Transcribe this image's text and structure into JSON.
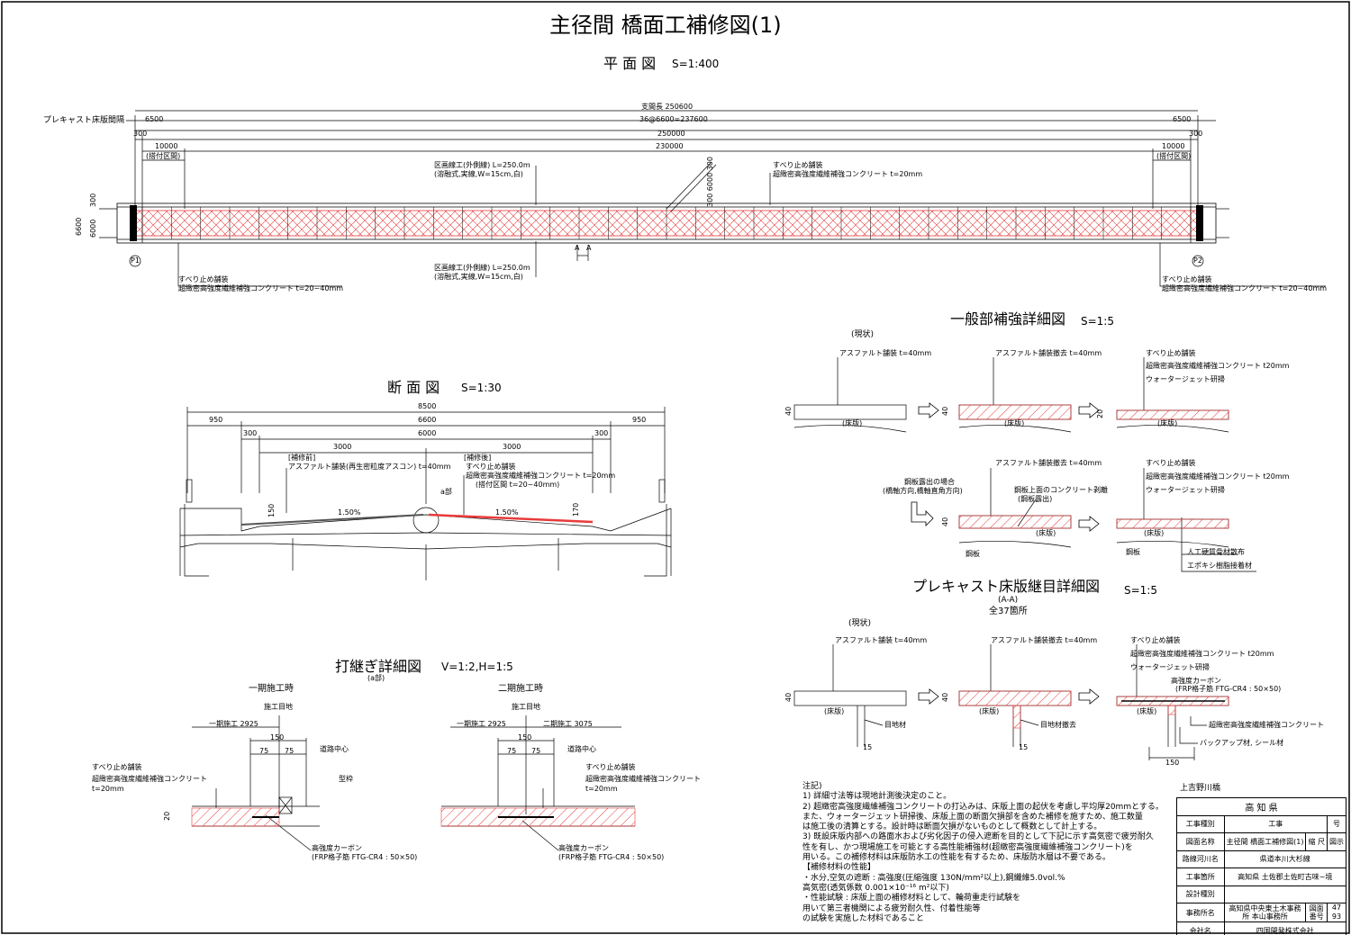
{
  "title": "主径間 橋面工補修図(1)",
  "plan": {
    "title": "平 面 図",
    "scale": "S=1:400",
    "label_precast": "プレキャスト床版間隔",
    "dims": {
      "span": "支間長  250600",
      "panels": "36@6600=237600",
      "d6500": "6500",
      "d300": "300",
      "d250000": "250000",
      "d10000": "10000",
      "bearing": "(搭付区間)",
      "d230000": "230000",
      "v300": "300",
      "v6000": "6000",
      "v6600": "6600",
      "diag": "300 6000 300"
    },
    "lane_line": "区画線工(外側線)  L=250.0m",
    "lane_line_sub": "(溶融式,実線,W=15cm,白)",
    "slip_label": "すべり止め舗装",
    "slip_sub_20": "超緻密高強度繊維補強コンクリート t=20mm",
    "slip_sub_2040": "超緻密高強度繊維補強コンクリート t=20~40mm",
    "p1": "P1",
    "p2": "P2",
    "section_marker": "A",
    "arrow": "A"
  },
  "section": {
    "title": "断 面 図",
    "scale": "S=1:30",
    "dims": {
      "d8500": "8500",
      "d950": "950",
      "d6600": "6600",
      "d300": "300",
      "d6000": "6000",
      "d3000": "3000",
      "d150": "150",
      "d170": "170"
    },
    "before": "[補修前]",
    "before_text": "アスファルト舗装(再生密粒度アスコン) t=40mm",
    "after": "[補修後]",
    "after_slip": "すべり止め舗装",
    "after_text": "超緻密高強度繊維補強コンクリート t=20mm",
    "after_sub": "(搭付区間 t=20~40mm)",
    "slope": "1.50%",
    "a_part": "a部"
  },
  "joint": {
    "title": "打継ぎ詳細図",
    "scale": "V=1:2,H=1:5",
    "sub": "(a部)",
    "phase1": "一期施工時",
    "phase2": "二期施工時",
    "joint_mark": "施工目地",
    "p1_2925": "一期施工 2925",
    "p2_3075": "二期施工 3075",
    "d150": "150",
    "d75": "75",
    "road_center": "道路中心",
    "formwork": "型枠",
    "slip": "すべり止め舗装",
    "slip_sub": "超緻密高強度繊維補強コンクリート",
    "t20": "t=20mm",
    "d20": "20",
    "carbon": "高強度カーボン",
    "carbon_sub": "(FRP格子筋 FTG-CR4  : 50×50)"
  },
  "general": {
    "title": "一般部補強詳細図",
    "scale": "S=1:5",
    "current": "(現状)",
    "asphalt": "アスファルト舗装 t=40mm",
    "asphalt_removed": "アスファルト舗装撤去 t=40mm",
    "slip": "すべり止め舗装",
    "slip_sub": "超緻密高強度繊維補強コンクリート t20mm",
    "waterjet": "ウォータージェット研掃",
    "slab": "(床版)",
    "d40": "40",
    "d20": "20",
    "steel_case": "鋼板露出の場合",
    "steel_case_sub": "(橋軸方向,橋軸直角方向)",
    "peel": "鋼板上面のコンクリート剥離",
    "peel_sub": "(鋼板露出)",
    "steel": "鋼板",
    "aggregate": "人工硬質骨材散布",
    "epoxy": "エポキシ樹脂接着材"
  },
  "precast": {
    "title": "プレキャスト床版継目詳細図",
    "scale": "S=1:5",
    "sub": "(A-A)",
    "count": "全37箇所",
    "current": "(現状)",
    "asphalt": "アスファルト舗装 t=40mm",
    "asphalt_removed": "アスファルト舗装撤去 t=40mm",
    "slip": "すべり止め舗装",
    "slip_sub": "超緻密高強度繊維補強コンクリート t20mm",
    "waterjet": "ウォータージェット研掃",
    "carbon": "高強度カーボン",
    "carbon_sub": "(FRP格子筋 FTG-CR4  : 50×50)",
    "slab": "(床版)",
    "joint_mat": "目地材",
    "joint_removed": "目地材撤去",
    "concrete": "超緻密高強度繊維補強コンクリート",
    "backup": "バックアップ材, シール材",
    "d40": "40",
    "d15": "15",
    "d150": "150"
  },
  "notes": [
    "注記)",
    "1) 詳細寸法等は現地計測後決定のこと。",
    "2) 超緻密高強度繊維補強コンクリートの打込みは、床版上面の起伏を考慮し平均厚20mmとする。",
    "   また、ウォータージェット研掃後、床版上面の断面欠損部を含めた補修を施すため、施工数量",
    "   は施工後の清算とする。設計時は断面欠損がないものとして概数として計上する。",
    "3) 既設床版内部への路面水および劣化因子の侵入遮断を目的として下記に示す高気密で疲労耐久",
    "   性を有し、かつ現場施工を可能とする高性能補強材(超緻密高強度繊維補強コンクリート)を",
    "   用いる。この補修材料は床版防水工の性能を有するため、床版防水層は不要である。",
    "   【補修材料の性能】",
    "   ・水分,空気の遮断 : 高強度(圧縮強度 130N/mm²以上),鋼纖維5.0vol.%",
    "                      高気密(透気係数 0.001×10⁻¹⁶ m²以下)",
    "   ・性能試験        : 床版上面の補修材料として、輪荷重走行試験を",
    "                      用いて第三者機関による疲労耐久性、付着性能等",
    "                      の試験を実施した材料であること"
  ],
  "title_block": {
    "bridge": "上吉野川橋",
    "pref": "高 知 県",
    "work_type_k": "工事種別",
    "work_type_v": "工事",
    "work_no": "号",
    "drawing_name_k": "図面名称",
    "drawing_name_v": "主径間 橋面工補修図(1)",
    "scale_k": "縮 尺",
    "chart_k": "図示",
    "route_k": "路線河川名",
    "route_v": "県道本川大杉線",
    "site_k": "工事箇所",
    "site_v": "高知県 土佐郡土佐町古味~境",
    "designer_k": "設計種別",
    "office_k": "事務所名",
    "office_v": "高知県中央東土木事務所 本山事務所",
    "fig_no_k": "図面番号",
    "fig_no_v1": "47",
    "fig_no_v2": "93",
    "company_k": "会社名",
    "company_v": "四国開発株式会社"
  }
}
